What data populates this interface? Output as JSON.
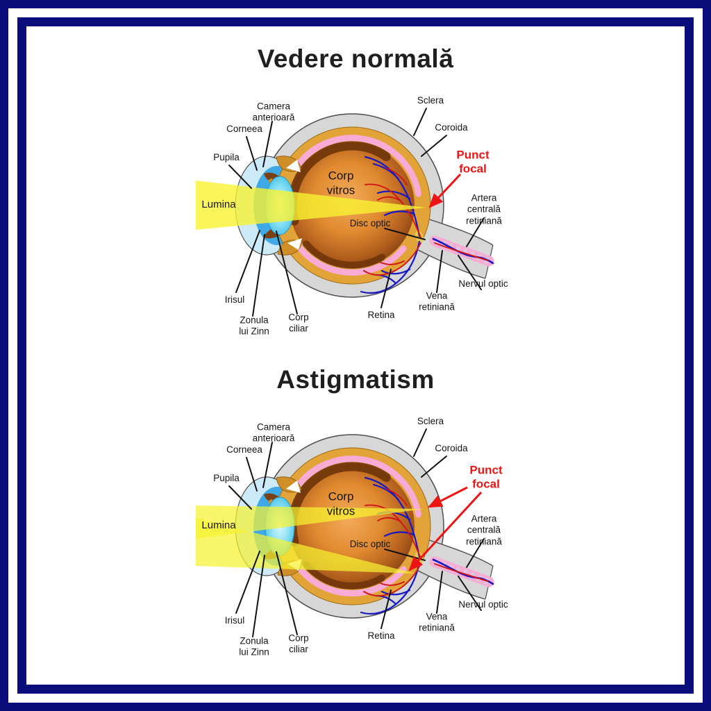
{
  "titles": {
    "normal": "Vedere normală",
    "astigmatism": "Astigmatism"
  },
  "labels": {
    "camera_anterioara": "Camera\nanterioară",
    "corneea": "Corneea",
    "pupila": "Pupila",
    "lumina": "Lumina",
    "corp_vitros": "Corp\nvitros",
    "sclera": "Sclera",
    "coroida": "Coroida",
    "punct_focal": "Punct\nfocal",
    "artera_centrala": "Artera centrală\nretiniană",
    "disc_optic": "Disc optic",
    "nervul_optic": "Nervul optic",
    "vena_retiniana": "Vena\nretiniană",
    "retina": "Retina",
    "irisul": "Irisul",
    "zonula_lui_zinn": "Zonula\nlui Zinn",
    "corp_ciliar": "Corp\nciliar"
  },
  "colors": {
    "frame_navy": "#0a0c7a",
    "focal_red": "#ee1414",
    "beam_yellow": "#f7f232",
    "sclera_gray": "#d7d7d7",
    "choroid_gold": "#e2a438",
    "retina_pink": "#f8abd4",
    "vein_blue": "#1717c4",
    "artery_red": "#cf1717"
  }
}
